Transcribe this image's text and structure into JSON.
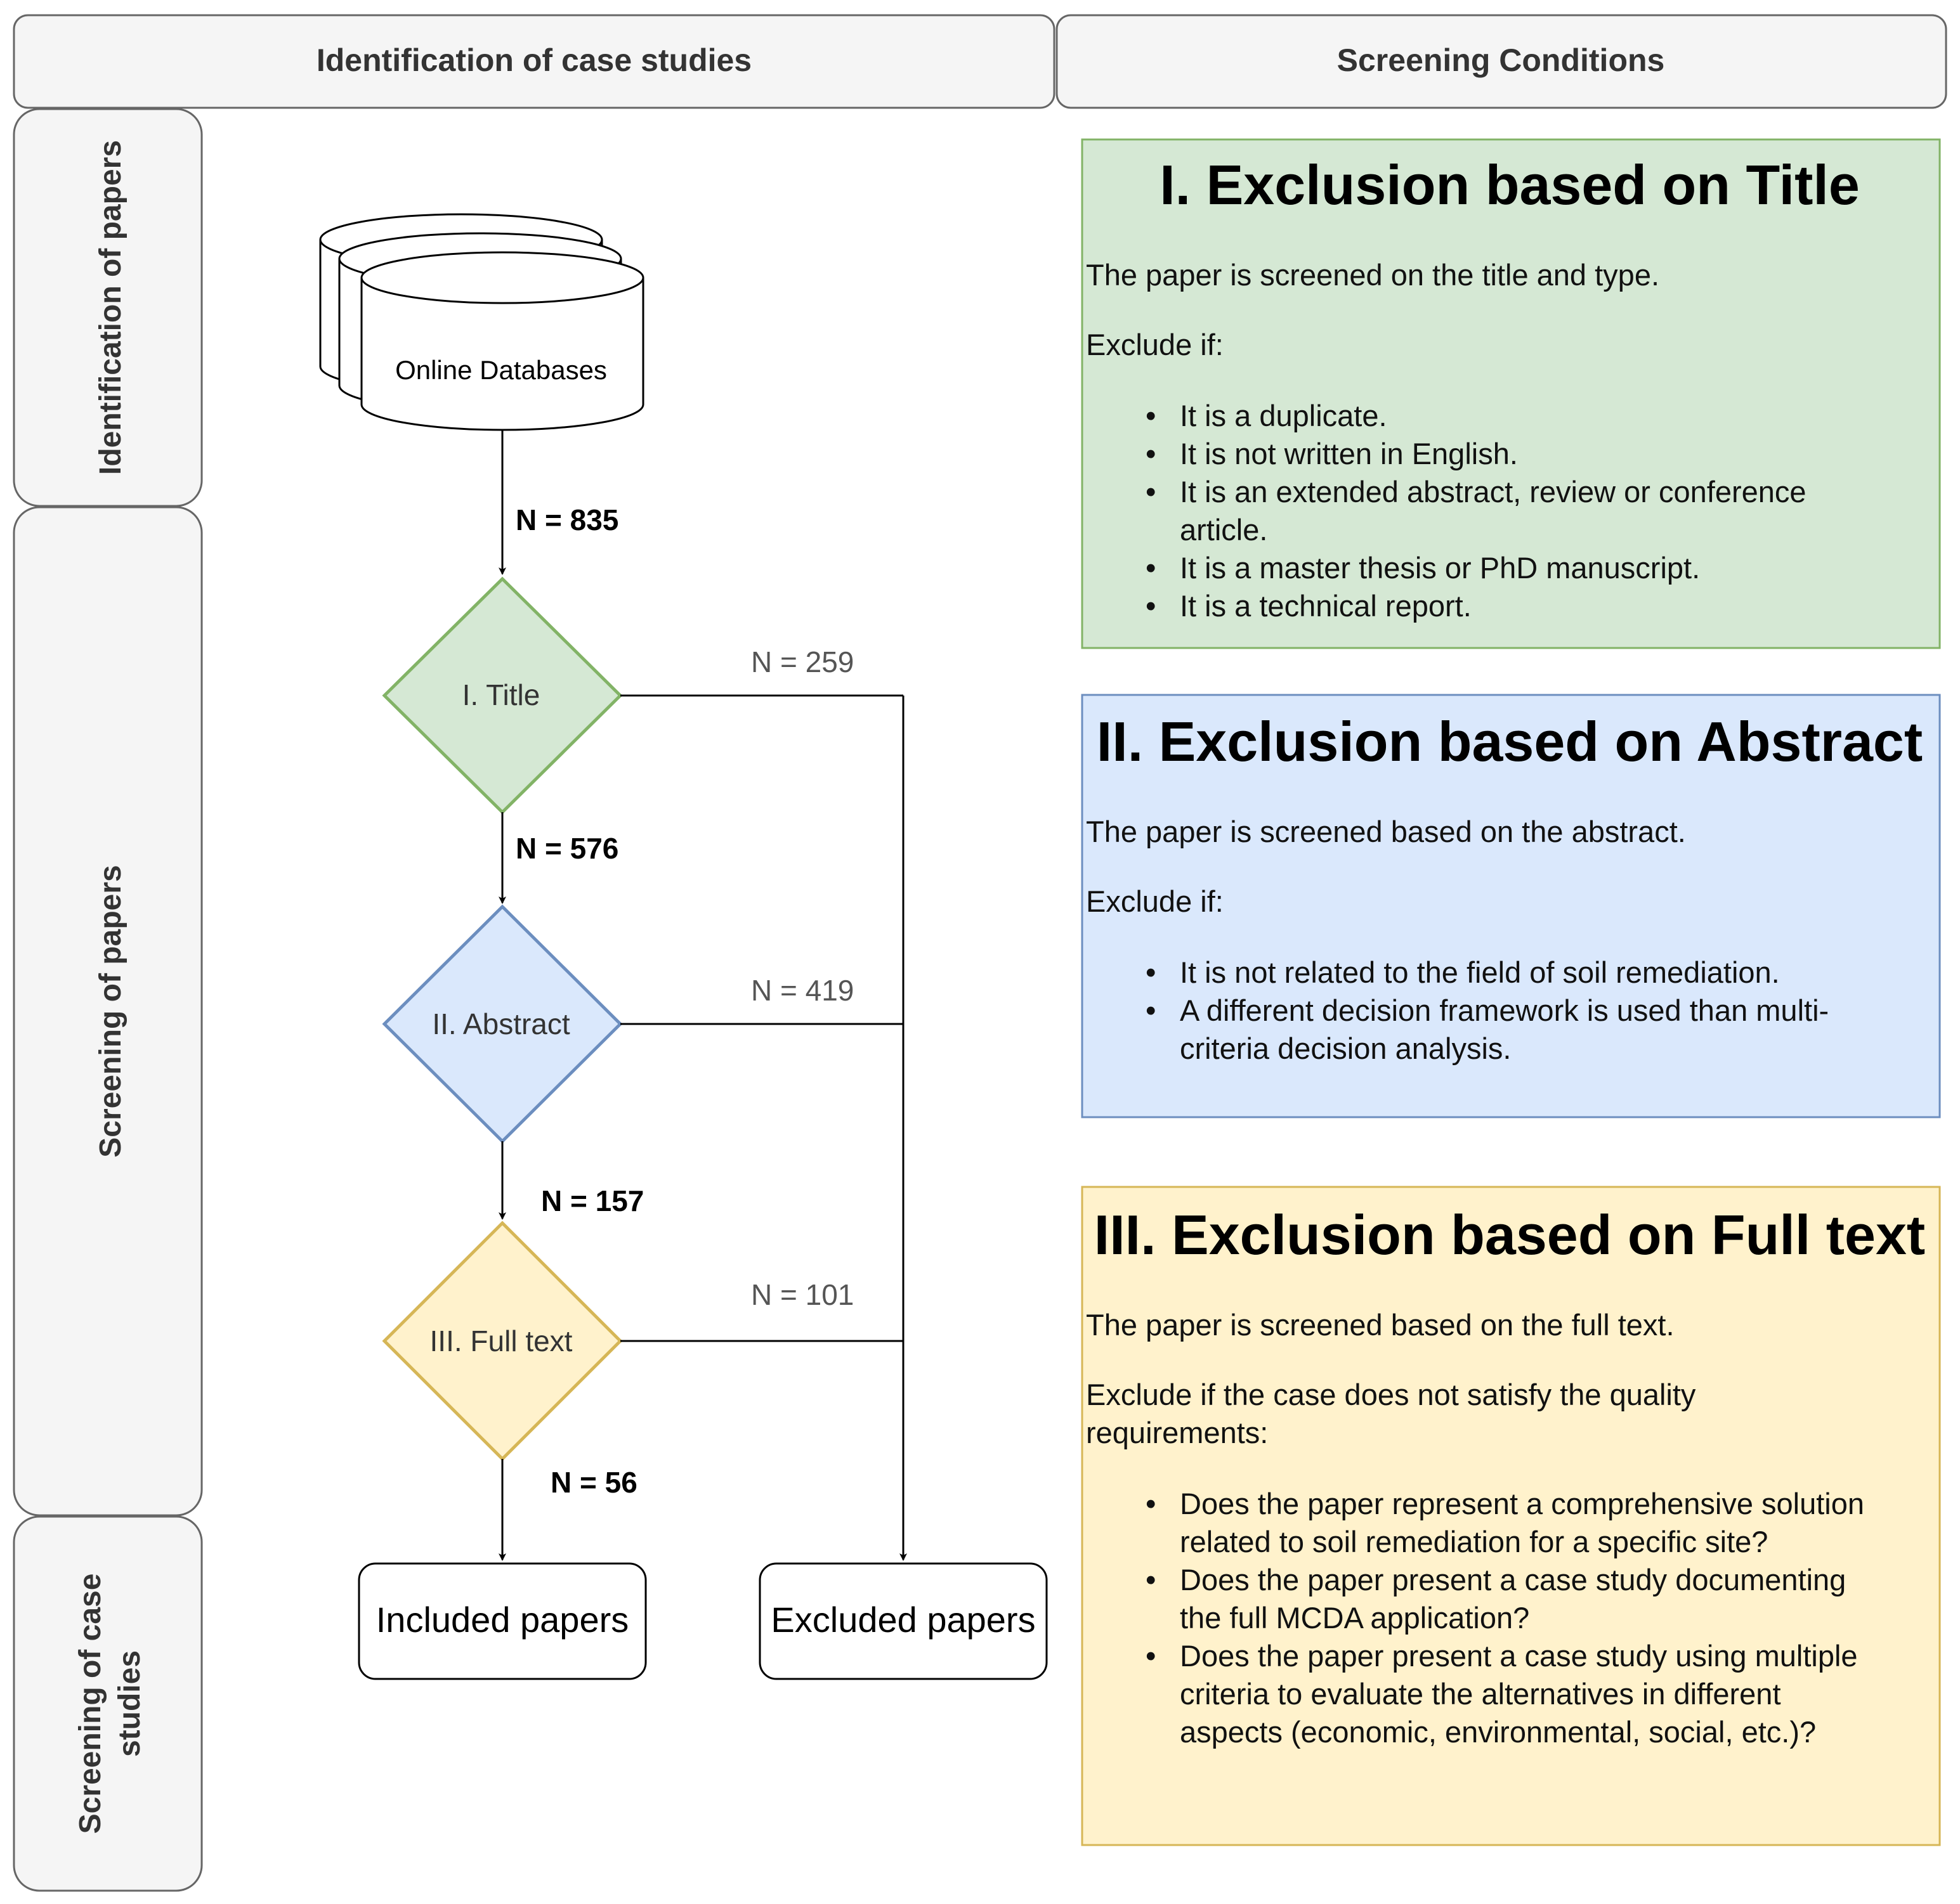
{
  "headers": {
    "left": "Identification of case studies",
    "right": "Screening Conditions"
  },
  "lanes": {
    "identification": "Identification of papers",
    "screening": "Screening of papers",
    "case_studies_line1": "Screening of case",
    "case_studies_line2": "studies"
  },
  "flow": {
    "database": "Online Databases",
    "title_node": "I. Title",
    "abstract_node": "II. Abstract",
    "fulltext_node": "III. Full text",
    "included": "Included papers",
    "excluded": "Excluded papers",
    "n_database": "N = 835",
    "n_after_title": "N = 576",
    "n_after_abstract": "N = 157",
    "n_after_fulltext": "N = 56",
    "n_excluded_title": "N = 259",
    "n_excluded_abstract": "N = 419",
    "n_excluded_fulltext": "N = 101"
  },
  "conditions": {
    "title": {
      "heading": "I. Exclusion based on Title",
      "intro": "The paper is screened on the title and type.",
      "exclude": "Exclude if:",
      "b1": "It is a duplicate.",
      "b2": "It is not written in English.",
      "b3_l1": "It is an extended abstract, review or conference",
      "b3_l2": "article.",
      "b4": "It is a master thesis or PhD manuscript.",
      "b5": "It is a technical report."
    },
    "abstract": {
      "heading": "II. Exclusion based on Abstract",
      "intro": "The paper is screened based on the abstract.",
      "exclude": "Exclude if:",
      "b1": "It is not related to the field of soil remediation.",
      "b2_l1": "A different decision framework is used than multi-",
      "b2_l2": "criteria decision analysis."
    },
    "fulltext": {
      "heading": "III. Exclusion based on Full text",
      "intro": "The paper is screened based on the full text.",
      "exclude_l1": "Exclude if the case does not satisfy the quality",
      "exclude_l2": "requirements:",
      "b1_l1": "Does the paper represent a comprehensive solution",
      "b1_l2": "related to soil remediation for a specific site?",
      "b2_l1": "Does the paper present a case study documenting",
      "b2_l2": "the full MCDA application?",
      "b3_l1": "Does the paper present a case study using multiple",
      "b3_l2": "criteria to evaluate the alternatives in different",
      "b3_l3": "aspects (economic, environmental, social, etc.)?"
    }
  },
  "colors": {
    "title_fill": "#d5e8d4",
    "title_stroke": "#82b366",
    "abstract_fill": "#dae8fc",
    "abstract_stroke": "#6c8ebf",
    "fulltext_fill": "#fff2cc",
    "fulltext_stroke": "#d6b656",
    "lane_fill": "#f5f5f5",
    "lane_stroke": "#666666"
  }
}
